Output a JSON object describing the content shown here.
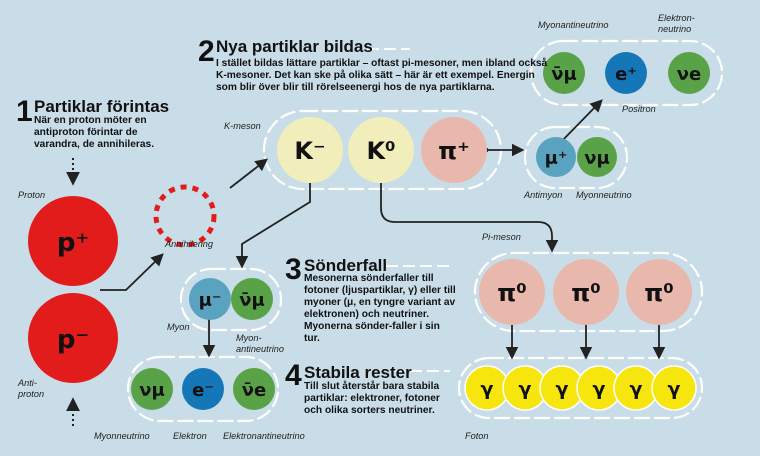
{
  "steps": [
    {
      "num": "1",
      "title": "Partiklar förintas",
      "text": "När en proton möter en antiproton förintar de varandra, de annihileras."
    },
    {
      "num": "2",
      "title": "Nya partiklar bildas",
      "text": "I stället bildas lättare partiklar – oftast pi-mesoner, men ibland också K-mesoner. Det kan ske på olika sätt – här är ett exempel. Energin som blir över blir till rörelseenergi hos de nya partiklarna."
    },
    {
      "num": "3",
      "title": "Sönderfall",
      "text": "Mesonerna sönderfaller till fotoner (ljuspartiklar, γ) eller till myoner (μ, en tyngre variant av elektronen) och neutriner. Myonerna sönder-faller i sin tur."
    },
    {
      "num": "4",
      "title": "Stabila rester",
      "text": "Till slut återstår bara stabila partiklar: elektroner, fotoner och olika sorters neutriner."
    }
  ],
  "labels": {
    "proton": "Proton",
    "antiproton": "Anti-\nproton",
    "annihilation": "Annihilering",
    "kmeson": "K-meson",
    "myonantineutrino": "Myonantineutrino",
    "elektronneutrino": "Elektron-\nneutrino",
    "positron": "Positron",
    "antimyon": "Antimyon",
    "myonneutrino_top": "Myonneutrino",
    "pimeson": "Pi-meson",
    "myon": "Myon",
    "myon_antineutrino": "Myon-\nantineutrino",
    "myonneutrino_bottom": "Myonneutrino",
    "elektron": "Elektron",
    "elektronantineutrino": "Elektronantineutrino",
    "foton": "Foton"
  },
  "particles": {
    "proton": "p⁺",
    "antiproton": "p⁻",
    "kminus": "K⁻",
    "kzero": "K⁰",
    "piplus": "π⁺",
    "antimuon": "μ⁺",
    "nu_mu": "νμ",
    "anti_nu_mu": "ν̄μ",
    "positron": "e⁺",
    "nu_e": "νe",
    "pizero": "π⁰",
    "muon": "μ⁻",
    "electron": "e⁻",
    "anti_nu_e": "ν̄e",
    "photon": "γ"
  },
  "colors": {
    "background": "#c9dde8",
    "proton": "#e21b1b",
    "kmeson": "#f1eebb",
    "pimeson": "#e9b8ad",
    "muon": "#5aa3c0",
    "neutrino": "#5aa247",
    "electron": "#1576b8",
    "photon": "#f7e60e"
  }
}
